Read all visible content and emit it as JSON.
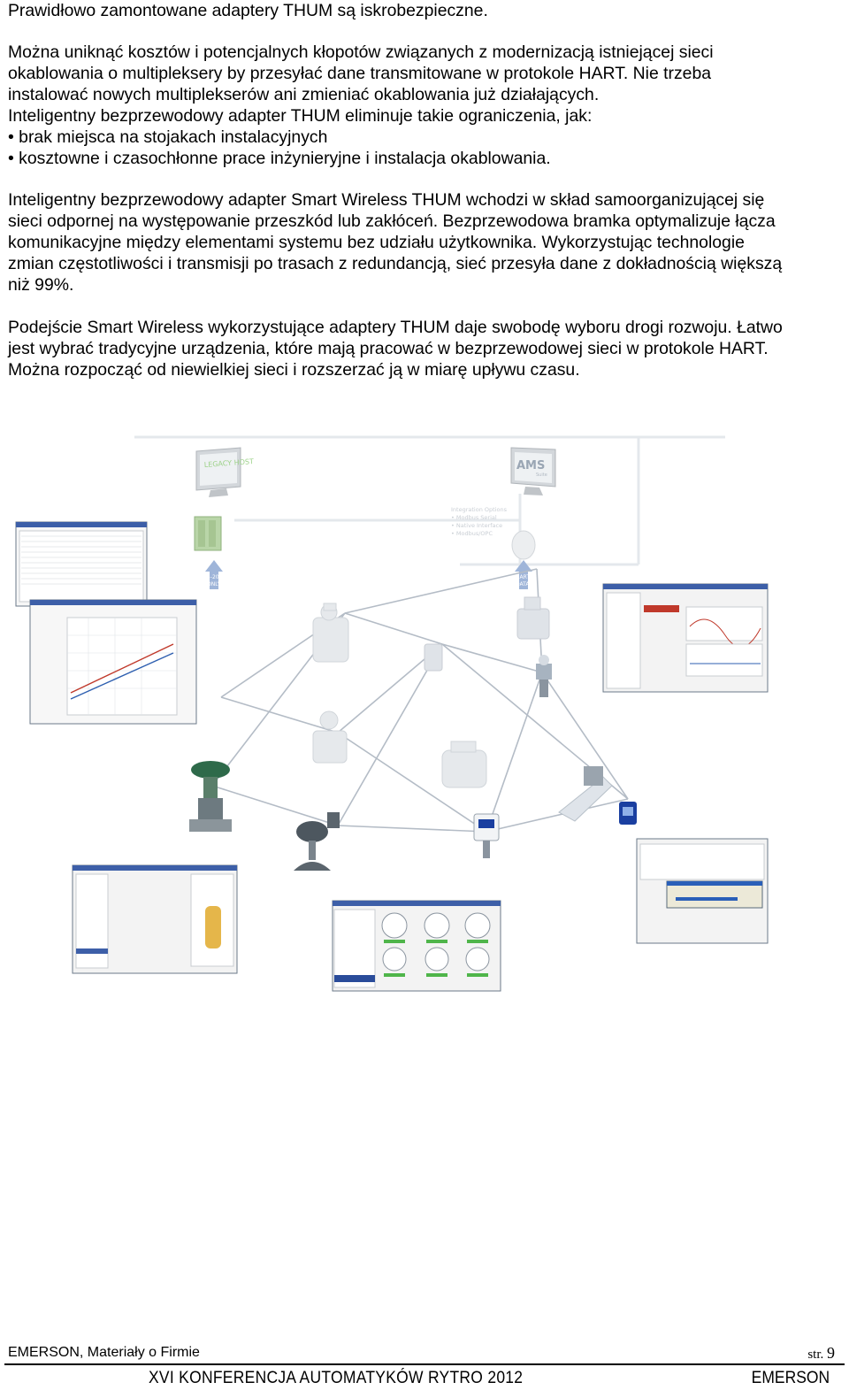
{
  "paragraphs": [
    {
      "lines": [
        "Prawidłowo zamontowane adaptery THUM są iskrobezpieczne."
      ]
    },
    {
      "lines": [
        "Można uniknąć kosztów i potencjalnych kłopotów  związanych z modernizacją istniejącej sieci",
        "okablowania o multipleksery by przesyłać dane transmitowane w protokole HART. Nie trzeba",
        "instalować nowych multiplekserów ani zmieniać okablowania już działających.",
        "Inteligentny bezprzewodowy adapter THUM eliminuje takie ograniczenia, jak:",
        "• brak miejsca na stojakach instalacyjnych",
        "• kosztowne i czasochłonne prace inżynieryjne i instalacja okablowania."
      ]
    },
    {
      "lines": [
        "Inteligentny bezprzewodowy adapter Smart Wireless THUM wchodzi w skład samoorganizującej się",
        "sieci odpornej na występowanie przeszkód lub zakłóceń. Bezprzewodowa bramka optymalizuje łącza",
        "komunikacyjne między elementami systemu bez udziału użytkownika. Wykorzystując technologie",
        "zmian częstotliwości i transmisji po trasach z redundancją, sieć przesyła dane z dokładnością większą",
        "niż 99%."
      ]
    },
    {
      "lines": [
        "Podejście Smart Wireless wykorzystujące adaptery THUM daje swobodę wyboru drogi rozwoju. Łatwo",
        "jest wybrać tradycyjne urządzenia, które mają pracować w bezprzewodowej sieci w protokole HART.",
        "Można rozpocząć od niewielkiej sieci i rozszerzać ją w miarę upływu czasu."
      ]
    }
  ],
  "figure": {
    "legacy_host": "LEGACY HOST",
    "ams": "AMS",
    "ams_sub": "Suite",
    "arrow_left": [
      "4-20",
      "ONLY"
    ],
    "arrow_right": [
      "HART",
      "DATA"
    ],
    "integration": [
      "Integration Options",
      "• Modbus Serial",
      "• Native Interface",
      "• Modbus/OPC"
    ]
  },
  "footer": {
    "left": "EMERSON,  Materiały o Firmie",
    "page_prefix": "str.",
    "page_number": "9",
    "bottom_left": "XVI  KONFERENCJA  AUTOMATYKÓW  RYTRO  2012",
    "bottom_right": "EMERSON"
  },
  "colors": {
    "mesh_line": "#b4bcc6",
    "monitor": "#c8ccd0",
    "valve_green": "#2e6a4a",
    "screen_blue": "#1a3fa0"
  }
}
